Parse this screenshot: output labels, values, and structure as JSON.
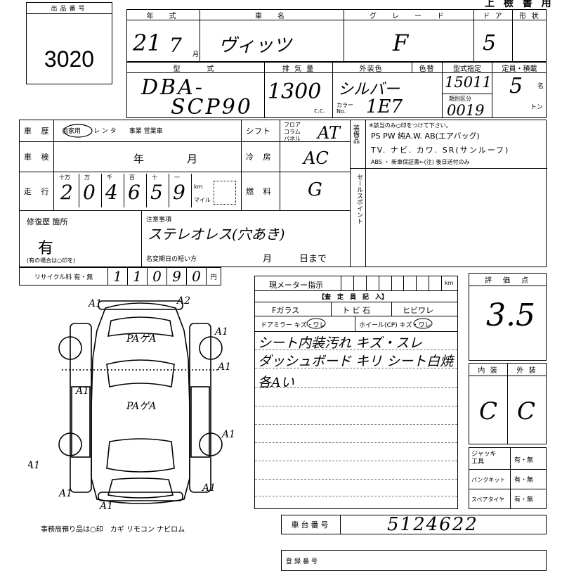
{
  "lot": {
    "label": "出品番号",
    "number": "3020"
  },
  "header_right": "上 檢 書 用",
  "row1": {
    "year_label": "年　式",
    "car_name_label": "車　名",
    "grade_label": "グ　レ　ー　ド",
    "door_label": "ド ア",
    "shape_label": "形 状",
    "year": "21",
    "month": "7",
    "month_unit": "月",
    "car_name": "ヴィッツ",
    "grade": "F",
    "doors": "5"
  },
  "row2": {
    "model_label": "型　　式",
    "cc_label": "排 気 量",
    "color_label": "外装色",
    "colorchange_label": "色替",
    "type_label": "型式指定",
    "class_label": "類別区分",
    "capacity_label": "定員・積載",
    "model_line1": "DBA-",
    "model_line2": "SCP90",
    "cc": "1300",
    "cc_unit": "c.c.",
    "color": "シルバー",
    "colorno_label": "カラーNo.",
    "color_no": "1E7",
    "type_no": "15011",
    "class_no": "0019",
    "capacity": "5",
    "capacity_unit": "名",
    "ton_unit": "トン"
  },
  "usage": {
    "label": "車 歴",
    "options": "自家用　　レ ン タ　　事業 営業車"
  },
  "shift": {
    "label": "シフト",
    "opt1": "フロア",
    "opt2": "コラム",
    "opt3": "パネル",
    "value": "AT"
  },
  "equip": {
    "label": "装備品",
    "line0": "※該当のみ○印をつけて下さい。",
    "line1": "PS  PW  純A.W.  AB(エアバッグ)",
    "line2": "TV. ナビ. カワ. SR(サンルーフ)",
    "line3": "ABS ・ 新車保証書←(注) 後日送付のみ"
  },
  "inspection": {
    "label": "車 検",
    "year_unit": "年",
    "month_unit": "月"
  },
  "ac": {
    "label": "冷 房",
    "value": "AC"
  },
  "mileage": {
    "label": "走 行",
    "units": [
      "十万",
      "万",
      "千",
      "百",
      "十",
      "一"
    ],
    "digits": [
      "2",
      "0",
      "4",
      "6",
      "5",
      "9"
    ],
    "km": "km",
    "mile": "マイル"
  },
  "fuel": {
    "label": "燃 料",
    "value": "G"
  },
  "sales_point": {
    "label": "セールスポイント"
  },
  "repair": {
    "label": "修復歴 箇所",
    "value": "有",
    "note": "(有の場合は○印を)"
  },
  "notes": {
    "label": "注意事項",
    "value": "ステレオレス(穴あき)",
    "name_change": "名変期日の短い方",
    "month_unit": "月",
    "day_unit": "日まで"
  },
  "recycle": {
    "label": "リサイクル料 有・無",
    "digits": [
      "1",
      "1",
      "0",
      "9",
      "0"
    ],
    "yen": "円"
  },
  "meter": {
    "label": "現メーター指示",
    "km": "km"
  },
  "inspector": {
    "label": "【査　定　員　記　入】",
    "glass": "Fガラス",
    "scratch": "ト ビ 石",
    "crack": "ヒビワレ",
    "mirror": "ドアミラー  キズ・ワレ",
    "wheel": "ホイール(CP)  キズ・ワレ",
    "line1": "シート内装汚れ キズ・スレ",
    "line2": "ダッシュボード キリ  シート白焼",
    "line3": "各Aい"
  },
  "score": {
    "label": "評　価　点",
    "value": "3.5"
  },
  "interior": {
    "label": "内 装",
    "value": "C"
  },
  "exterior": {
    "label": "外 装",
    "value": "C"
  },
  "tools": [
    {
      "label": "ジャッキ工具",
      "value": "有・無"
    },
    {
      "label": "パンクキット",
      "value": "有・無"
    },
    {
      "label": "スペアタイヤ",
      "value": "有・無"
    }
  ],
  "diagram": {
    "marks": [
      "A1",
      "A2",
      "A1",
      "A1",
      "A1",
      "A1",
      "A1",
      "A1",
      "A1",
      "A1"
    ],
    "note1": "PAゲA",
    "note2": "PAゲA"
  },
  "bottom_note": "事務局預り品は○印　カギ リモコン ナビロム",
  "chassis": {
    "label": "車台番号",
    "value": "5124622"
  },
  "bottom_box_label": "登録番号"
}
